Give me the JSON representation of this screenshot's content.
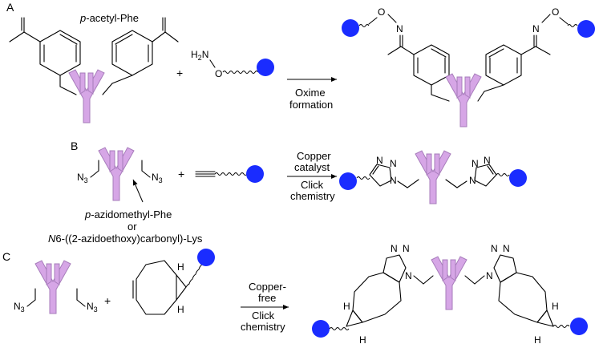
{
  "colors": {
    "antibody": "#d6a6e6",
    "antibody_light": "#b98ccb",
    "antibody_stroke": "#a77cbb",
    "payload": "#1a2cff"
  },
  "panels": [
    {
      "label": "A",
      "reagent_title_italic": "p",
      "reagent_title_rest": "-acetyl-Phe",
      "plus": "+",
      "atoms": {
        "H2": "H",
        "H2_sub": "2",
        "N": "N",
        "O": "O"
      },
      "arrow_top": "",
      "arrow_bottom_1": "Oxime",
      "arrow_bottom_2": "formation",
      "product_atoms": {
        "O": "O",
        "N": "N"
      }
    },
    {
      "label": "B",
      "azide": "N",
      "azide_sub": "3",
      "plus": "+",
      "arrow_top_1": "Copper",
      "arrow_top_2": "catalyst",
      "arrow_bottom_1": "Click",
      "arrow_bottom_2": "chemistry",
      "note_1_italic": "p",
      "note_1_rest": "-azidomethyl-Phe",
      "note_2": "or",
      "note_3_italic": "N",
      "note_3_rest": "6-((2-azidoethoxy)carbonyl)-Lys",
      "product_atoms": {
        "N": "N"
      }
    },
    {
      "label": "C",
      "azide": "N",
      "azide_sub": "3",
      "plus": "+",
      "arrow_top_1": "Copper-",
      "arrow_top_2": "free",
      "arrow_bottom_1": "Click",
      "arrow_bottom_2": "chemistry",
      "h_label": "H",
      "product_atoms": {
        "N": "N",
        "H": "H"
      }
    }
  ]
}
